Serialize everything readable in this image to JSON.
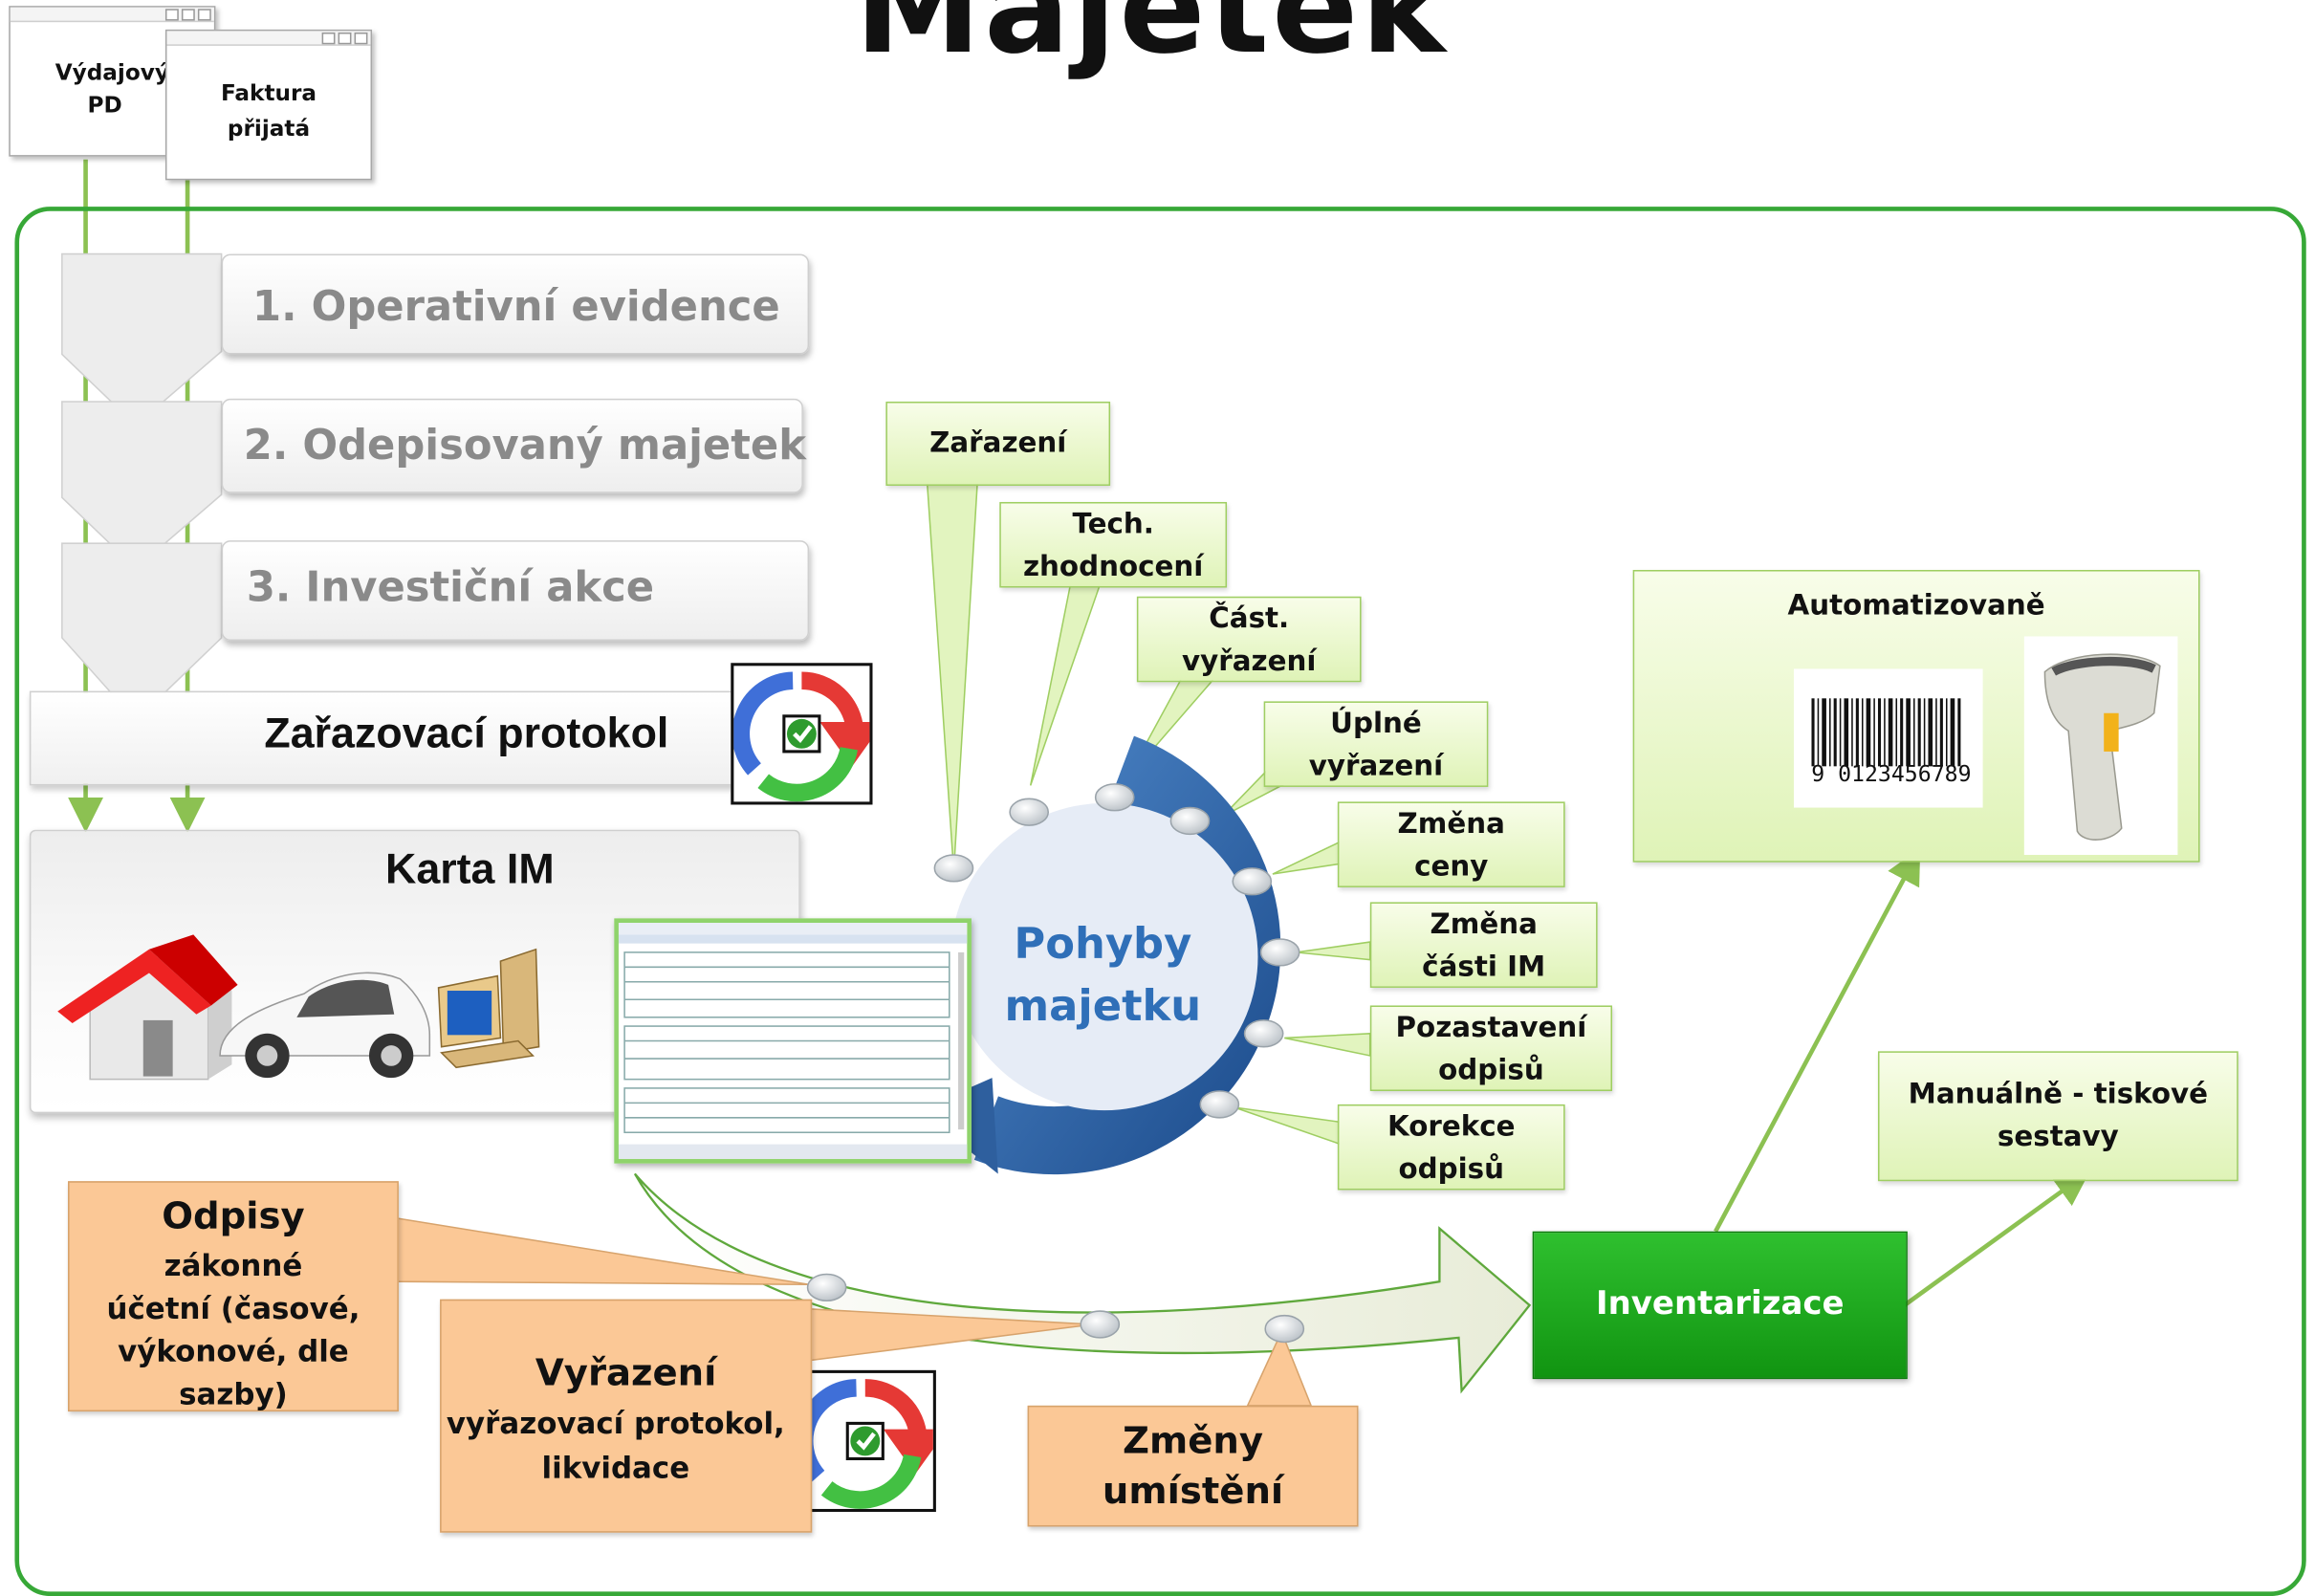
{
  "title": "Majetek",
  "documents": {
    "doc1": [
      "Výdajový",
      "PD"
    ],
    "doc2": [
      "Faktura",
      "přijatá"
    ]
  },
  "steps": [
    {
      "label": "1. Operativní evidence"
    },
    {
      "label": "2. Odepisovaný majetek"
    },
    {
      "label": "3. Investiční akce"
    }
  ],
  "protocol": {
    "label": "Zařazovací protokol"
  },
  "card": {
    "title": "Karta IM"
  },
  "movements": {
    "line1": "Pohyby",
    "line2": "majetku"
  },
  "callouts": [
    {
      "lines": [
        "Zařazení"
      ]
    },
    {
      "lines": [
        "Tech.",
        "zhodnocení"
      ]
    },
    {
      "lines": [
        "Část.",
        "vyřazení"
      ]
    },
    {
      "lines": [
        "Úplné",
        "vyřazení"
      ]
    },
    {
      "lines": [
        "Změna",
        "ceny"
      ]
    },
    {
      "lines": [
        "Změna",
        "části IM"
      ]
    },
    {
      "lines": [
        "Pozastavení",
        "odpisů"
      ]
    },
    {
      "lines": [
        "Korekce",
        "odpisů"
      ]
    }
  ],
  "depreciation": {
    "heading": "Odpisy",
    "lines": [
      "zákonné",
      "účetní (časové,",
      "výkonové, dle",
      "sazby)"
    ]
  },
  "disposal": {
    "heading": "Vyřazení",
    "lines": [
      "vyřazovací protokol,",
      "likvidace"
    ]
  },
  "relocation": {
    "lines": [
      "Změny",
      "umístění"
    ]
  },
  "inventory": {
    "label": "Inventarizace"
  },
  "automated": {
    "label": "Automatizovaně",
    "barcode_text": "9 0123456789"
  },
  "manual": {
    "lines": [
      "Manuálně - tiskové",
      "sestavy"
    ]
  },
  "colors": {
    "frame": "#37a837",
    "ring": "#2e5f9e",
    "callout_fill": "#e2f4bf",
    "orange": "#fbc896",
    "inventory": "#19a019"
  }
}
